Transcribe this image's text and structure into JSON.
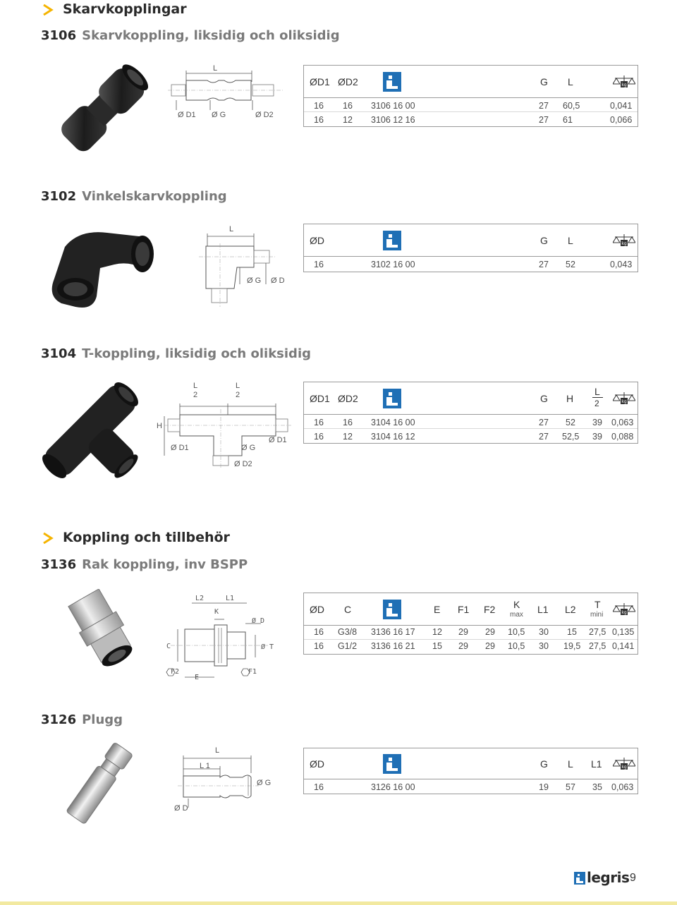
{
  "category1": {
    "title": "Skarvkopplingar"
  },
  "category2": {
    "title": "Koppling och tillbehör"
  },
  "colors": {
    "accent": "#f5b400",
    "legris_blue": "#1f6fb5",
    "table_border": "#9a9a9a"
  },
  "products": [
    {
      "number": "3106",
      "name": "Skarvkoppling, liksidig och oliksidig",
      "diagram_labels": {
        "top": "L",
        "d1": "Ø D1",
        "g": "Ø G",
        "d2": "Ø D2"
      },
      "headers": [
        "ØD1",
        "ØD2",
        "G",
        "L"
      ],
      "rows": [
        [
          "16",
          "16",
          "3106 16 00",
          "27",
          "60,5",
          "0,041"
        ],
        [
          "16",
          "12",
          "3106 12 16",
          "27",
          "61",
          "0,066"
        ]
      ]
    },
    {
      "number": "3102",
      "name": "Vinkelskarvkoppling",
      "diagram_labels": {
        "top": "L",
        "g": "Ø G",
        "d": "Ø D"
      },
      "headers": [
        "ØD",
        "G",
        "L"
      ],
      "rows": [
        [
          "16",
          "3102 16 00",
          "27",
          "52",
          "0,043"
        ]
      ]
    },
    {
      "number": "3104",
      "name": "T-koppling, liksidig och oliksidig",
      "diagram_labels": {
        "l": "L",
        "two": "2",
        "h": "H",
        "d1": "Ø D1",
        "g": "Ø G",
        "d2": "Ø D2"
      },
      "headers": [
        "ØD1",
        "ØD2",
        "G",
        "H",
        "L",
        "2"
      ],
      "rows": [
        [
          "16",
          "16",
          "3104 16 00",
          "27",
          "52",
          "39",
          "0,063"
        ],
        [
          "16",
          "12",
          "3104 16 12",
          "27",
          "52,5",
          "39",
          "0,088"
        ]
      ]
    },
    {
      "number": "3136",
      "name": "Rak koppling, inv BSPP",
      "diagram_labels": {
        "l2": "L2",
        "l1": "L1",
        "k": "K",
        "d": "Ø D",
        "c": "C",
        "t": "Ø T",
        "f2": "F2",
        "e": "E",
        "f1": "F1"
      },
      "headers": [
        "ØD",
        "C",
        "E",
        "F1",
        "F2",
        "K",
        "max",
        "L1",
        "L2",
        "T",
        "mini"
      ],
      "rows": [
        [
          "16",
          "G3/8",
          "3136 16 17",
          "12",
          "29",
          "29",
          "10,5",
          "30",
          "15",
          "27,5",
          "0,135"
        ],
        [
          "16",
          "G1/2",
          "3136 16 21",
          "15",
          "29",
          "29",
          "10,5",
          "30",
          "19,5",
          "27,5",
          "0,141"
        ]
      ]
    },
    {
      "number": "3126",
      "name": "Plugg",
      "diagram_labels": {
        "l": "L",
        "l1": "L 1",
        "g": "Ø G",
        "d": "Ø D"
      },
      "headers": [
        "ØD",
        "G",
        "L",
        "L1"
      ],
      "rows": [
        [
          "16",
          "3126 16 00",
          "19",
          "57",
          "35",
          "0,063"
        ]
      ]
    }
  ],
  "footer": {
    "brand": "legris",
    "page_number": "9"
  }
}
